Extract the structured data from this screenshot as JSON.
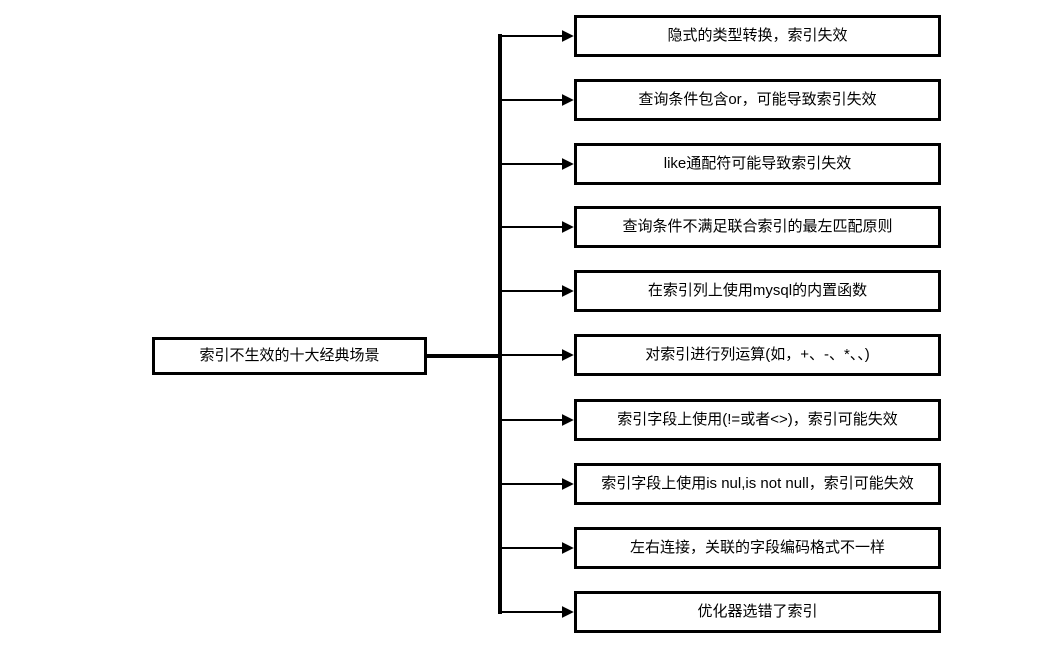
{
  "diagram": {
    "root": {
      "label": "索引不生效的十大经典场景"
    },
    "branches": [
      {
        "label": "隐式的类型转换，索引失效"
      },
      {
        "label": "查询条件包含or，可能导致索引失效"
      },
      {
        "label": "like通配符可能导致索引失效"
      },
      {
        "label": "查询条件不满足联合索引的最左匹配原则"
      },
      {
        "label": "在索引列上使用mysql的内置函数"
      },
      {
        "label": "对索引进行列运算(如，+、-、*、、)"
      },
      {
        "label": "索引字段上使用(!=或者<>)，索引可能失效"
      },
      {
        "label": "索引字段上使用is nul,is not null，索引可能失效"
      },
      {
        "label": "左右连接，关联的字段编码格式不一样"
      },
      {
        "label": "优化器选错了索引"
      }
    ],
    "colors": {
      "line": "#000000",
      "text": "#000000",
      "background": "#ffffff"
    }
  }
}
